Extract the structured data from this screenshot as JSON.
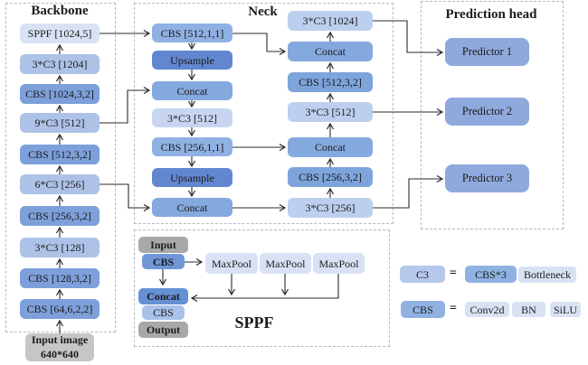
{
  "backbone": {
    "title": "Backbone",
    "nodes": [
      "SPPF [1024,5]",
      "3*C3 [1204]",
      "CBS [1024,3,2]",
      "9*C3 [512]",
      "CBS [512,3,2]",
      "6*C3 [256]",
      "CBS [256,3,2]",
      "3*C3 [128]",
      "CBS [128,3,2]",
      "CBS [64,6,2,2]"
    ],
    "input_image": {
      "line1": "Input image",
      "line2": "640*640"
    }
  },
  "neck": {
    "title": "Neck",
    "left_nodes": [
      "CBS [512,1,1]",
      "Upsample",
      "Concat",
      "3*C3 [512]",
      "CBS [256,1,1]",
      "Upsample",
      "Concat"
    ],
    "right_nodes": [
      "3*C3 [1024]",
      "Concat",
      "CBS [512,3,2]",
      "3*C3 [512]",
      "Concat",
      "CBS [256,3,2]",
      "3*C3 [256]"
    ]
  },
  "prediction_head": {
    "title": "Prediction head",
    "predictors": [
      "Predictor 1",
      "Predictor 2",
      "Predictor 3"
    ]
  },
  "sppf": {
    "title": "SPPF",
    "input": "Input",
    "cbs_top": "CBS",
    "maxpools": [
      "MaxPool",
      "MaxPool",
      "MaxPool"
    ],
    "concat": "Concat",
    "cbs_bottom": "CBS",
    "output": "Output"
  },
  "legend": {
    "c3_row": {
      "lhs": "C3",
      "eq": "=",
      "parts": [
        "CBS*3",
        "Bottleneck"
      ]
    },
    "cbs_row": {
      "lhs": "CBS",
      "eq": "=",
      "parts": [
        "Conv2d",
        "BN",
        "SiLU"
      ]
    }
  },
  "colors": {
    "box_light": "#d9e2f4",
    "box_c3": "#aec2e8",
    "box_cbs_dark": "#7da0da",
    "box_upsample": "#6287d0",
    "box_concat": "#84a9de",
    "box_predictor": "#8fa9dd",
    "box_gray": "#a8a8a8",
    "box_gray_light": "#c6c6c6",
    "arrow": "#2b2b2b",
    "dashed_border": "#b4bac2"
  }
}
